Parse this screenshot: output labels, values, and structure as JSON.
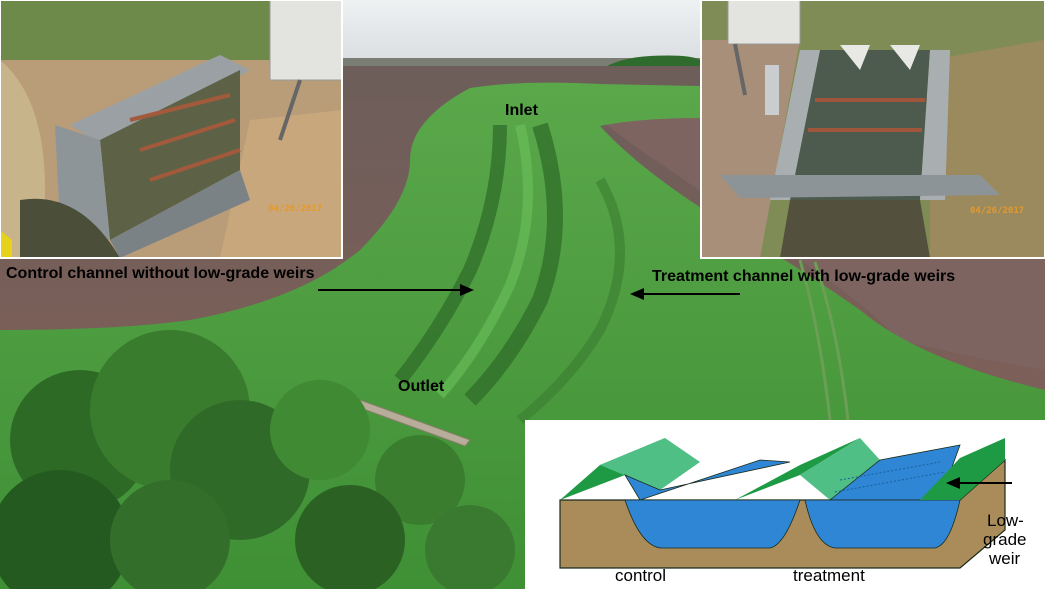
{
  "labels": {
    "inlet": "Inlet",
    "outlet": "Outlet",
    "control_channel": "Control channel without low-grade weirs",
    "treatment_channel": "Treatment channel with low-grade weirs"
  },
  "inset_left": {
    "date_stamp": "04/26/2017"
  },
  "inset_right": {
    "date_stamp": "04/26/2017"
  },
  "diagram": {
    "control": "control",
    "treatment": "treatment",
    "weir_line1": "Low-",
    "weir_line2": "grade",
    "weir_line3": "weir"
  },
  "colors": {
    "grass": "#4e9a3c",
    "soil": "#7a5b50",
    "water": "#2f86d4",
    "diagram_top": "#1e9a45",
    "diagram_slope": "#4fbf86",
    "diagram_soil": "#a98c5a"
  }
}
